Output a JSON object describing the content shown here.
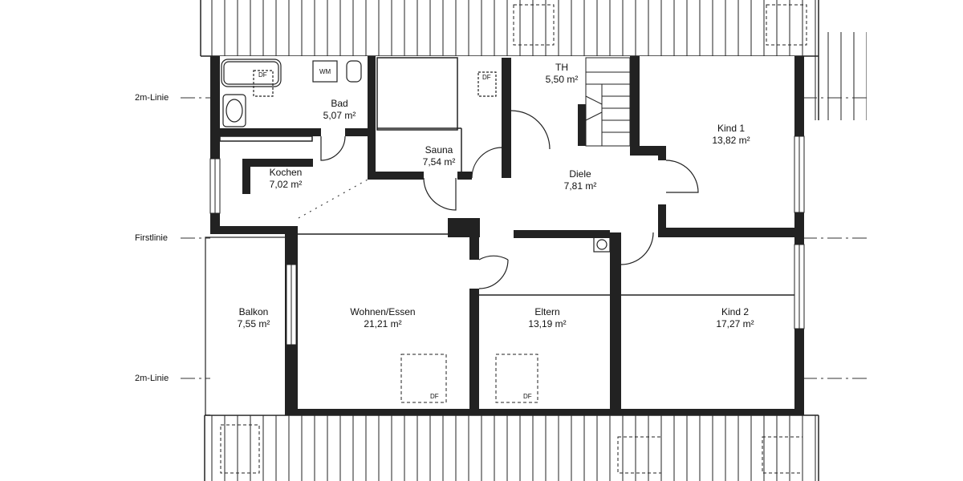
{
  "rooms": {
    "bad": {
      "name": "Bad",
      "area": "5,07 m²"
    },
    "sauna": {
      "name": "Sauna",
      "area": "7,54 m²"
    },
    "th": {
      "name": "TH",
      "area": "5,50 m²"
    },
    "kind1": {
      "name": "Kind 1",
      "area": "13,82 m²"
    },
    "kochen": {
      "name": "Kochen",
      "area": "7,02 m²"
    },
    "diele": {
      "name": "Diele",
      "area": "7,81 m²"
    },
    "balkon": {
      "name": "Balkon",
      "area": "7,55 m²"
    },
    "wohnen": {
      "name": "Wohnen/Essen",
      "area": "21,21 m²"
    },
    "eltern": {
      "name": "Eltern",
      "area": "13,19 m²"
    },
    "kind2": {
      "name": "Kind 2",
      "area": "17,27 m²"
    }
  },
  "lines": {
    "top": "2m-Linie",
    "ridge": "Firstlinie",
    "bottom": "2m-Linie"
  },
  "marks": {
    "skylight": "DF",
    "washer": "WM"
  }
}
